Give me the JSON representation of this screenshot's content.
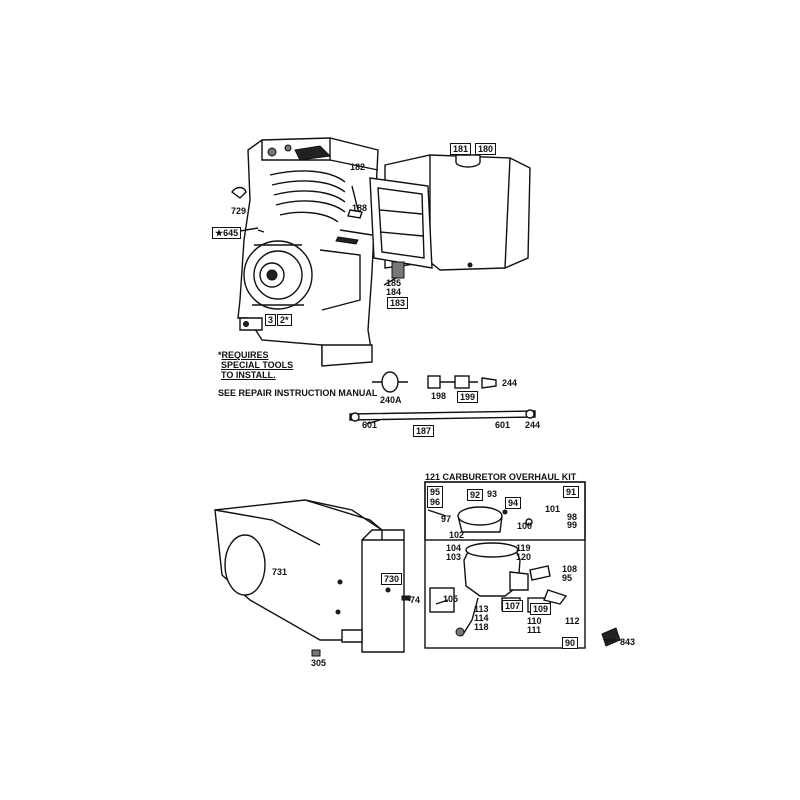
{
  "notes": {
    "requires_line1": "REQUIRES",
    "requires_line2": "SPECIAL TOOLS",
    "requires_line3": "TO INSTALL.",
    "see_manual": "SEE REPAIR INSTRUCTION MANUAL",
    "kit_title": "121 CARBURETOR OVERHAUL KIT"
  },
  "labels": {
    "p181": "181",
    "p180": "180",
    "p182": "182",
    "p188": "188",
    "p729": "729",
    "p645": "645",
    "p185": "185",
    "p184": "184",
    "p183": "183",
    "p3": "3",
    "p2": "2",
    "p240a": "240A",
    "p198": "198",
    "p199": "199",
    "p244a": "244",
    "p601a": "601",
    "p187": "187",
    "p601b": "601",
    "p244b": "244",
    "p731": "731",
    "p730": "730",
    "p74": "74",
    "p305": "305",
    "p91": "91",
    "p95": "95",
    "p96": "96",
    "p92": "92",
    "p93": "93",
    "p94": "94",
    "p97": "97",
    "p101": "101",
    "p98": "98",
    "p99": "99",
    "p100": "100",
    "p102": "102",
    "p104": "104",
    "p103": "103",
    "p119": "119",
    "p120": "120",
    "p108": "108",
    "p95b": "95",
    "p105": "105",
    "p113": "113",
    "p114": "114",
    "p118": "118",
    "p107": "107",
    "p109": "109",
    "p110": "110",
    "p111": "111",
    "p112": "112",
    "p90": "90",
    "p843": "843"
  }
}
